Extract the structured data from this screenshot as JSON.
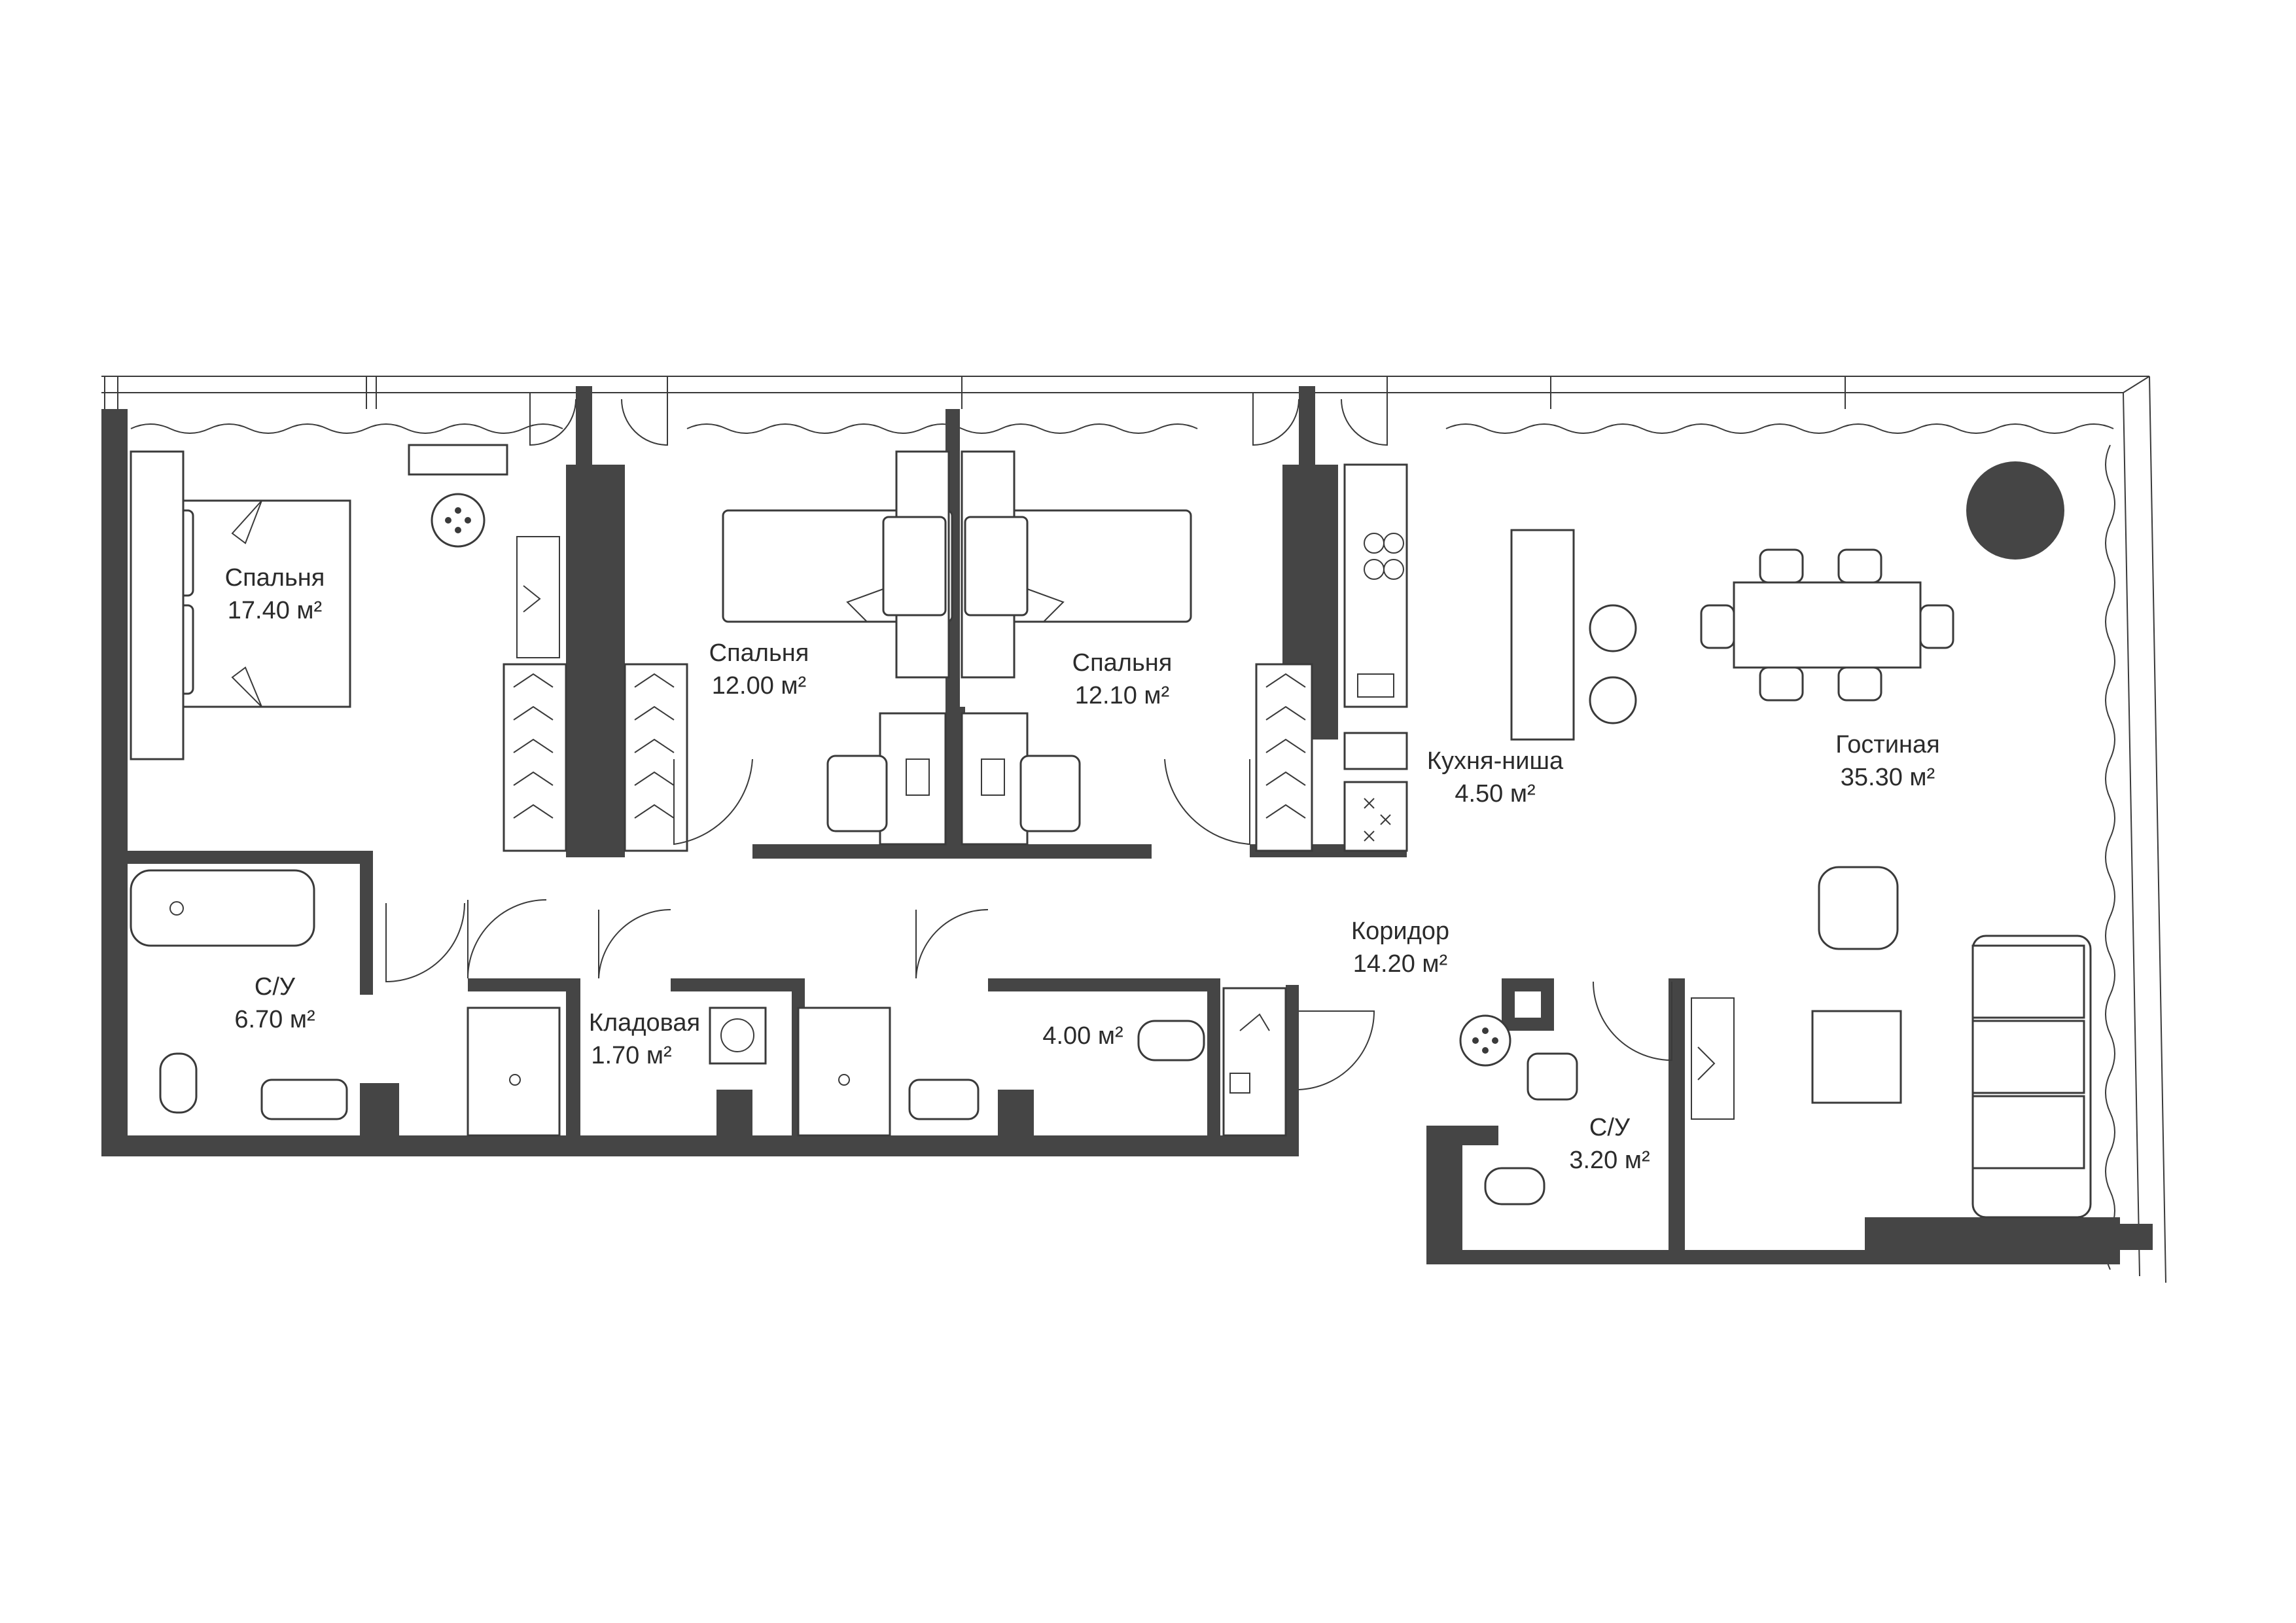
{
  "colors": {
    "wall": "#454545",
    "line": "#3a3a3a",
    "text": "#2b2b2b",
    "background": "#ffffff"
  },
  "rooms": {
    "bedroom_1": {
      "name": "Спальня",
      "area": "17.40 м²"
    },
    "bedroom_2": {
      "name": "Спальня",
      "area": "12.00 м²"
    },
    "bedroom_3": {
      "name": "Спальня",
      "area": "12.10 м²"
    },
    "kitchen": {
      "name": "Кухня-ниша",
      "area": "4.50 м²"
    },
    "living": {
      "name": "Гостиная",
      "area": "35.30 м²"
    },
    "corridor": {
      "name": "Коридор",
      "area": "14.20 м²"
    },
    "bathroom_1": {
      "name": "С/У",
      "area": "6.70 м²"
    },
    "storage": {
      "name": "Кладовая",
      "area": "1.70 м²"
    },
    "bathroom_2": {
      "name": "",
      "area": "4.00 м²"
    },
    "bathroom_3": {
      "name": "С/У",
      "area": "3.20 м²"
    }
  },
  "icons": [
    "bed-icon",
    "door-icon",
    "wardrobe-icon",
    "bathtub-icon",
    "toilet-icon",
    "sink-icon",
    "stove-icon",
    "dining-table-icon",
    "sofa-icon",
    "armchair-icon",
    "desk-icon",
    "washing-machine-icon",
    "plant-icon"
  ]
}
